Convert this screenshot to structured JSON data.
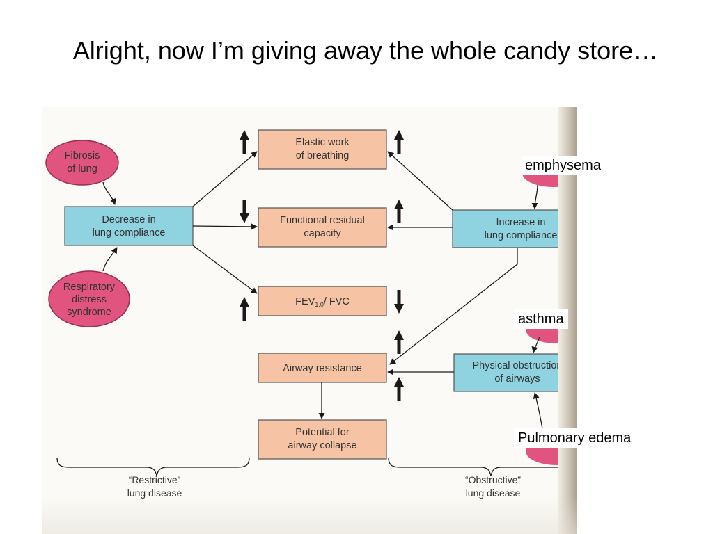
{
  "slide": {
    "title": "Alright, now I’m giving away the whole candy store…"
  },
  "diagram": {
    "causes_left": [
      {
        "line1": "Fibrosis",
        "line2": "of lung"
      },
      {
        "line1": "Respiratory",
        "line2": "distress",
        "line3": "syndrome"
      }
    ],
    "left_node": {
      "line1": "Decrease in",
      "line2": "lung compliance"
    },
    "right_node_1": {
      "line1": "Increase in",
      "line2": "lung compliance"
    },
    "right_node_2": {
      "line1": "Physical obstruction",
      "line2": "of airways"
    },
    "center_nodes": [
      {
        "line1": "Elastic work",
        "line2": "of breathing"
      },
      {
        "line1": "Functional residual",
        "line2": "capacity"
      },
      {
        "prefix": "FEV",
        "subscript": "1.0",
        "suffix": "/ FVC"
      },
      {
        "line1": "Airway resistance"
      },
      {
        "line1": "Potential for",
        "line2": "airway collapse"
      }
    ],
    "restrictive_changes": [
      "up",
      "down",
      "up"
    ],
    "obstructive_changes": [
      "up",
      "up",
      "down",
      "up",
      "up"
    ],
    "brace_labels": {
      "restrictive_line1": "“Restrictive”",
      "restrictive_line2": "lung disease",
      "obstructive_line1": "“Obstructive”",
      "obstructive_line2": "lung disease"
    }
  },
  "overlay_labels": {
    "emphysema": "emphysema",
    "asthma": "asthma",
    "pulmonary_edema": "Pulmonary edema"
  },
  "colors": {
    "cause_fill": "#e0547f",
    "blue_box": "#8fd3e0",
    "orange_box": "#f6c4a4",
    "arrow": "#1a1a1a"
  }
}
